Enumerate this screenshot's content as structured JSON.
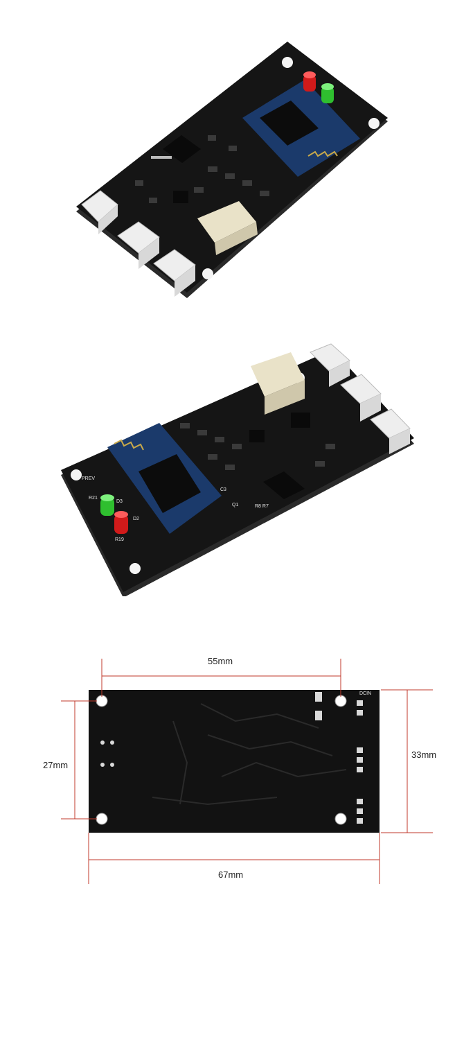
{
  "photos": {
    "top_alt": "Bluetooth audio receiver board, angled view from connector side",
    "mid_alt": "Bluetooth audio receiver board, angled view from LED side"
  },
  "silkscreen": {
    "prev": "PREV",
    "r21": "R21",
    "d3": "D3",
    "d2": "D2",
    "r19": "R19",
    "dcin": "DCIN",
    "q1": "Q1",
    "r8r7": "R8 R7",
    "c3": "C3"
  },
  "dimensions": {
    "hole_spacing_width": "55mm",
    "board_height": "33mm",
    "hole_spacing_height": "27mm",
    "board_width": "67mm",
    "dcin": "DCIN"
  },
  "colors": {
    "pcb": "#151515",
    "pcb_edge": "#2a2a2a",
    "connector": "#eeeeee",
    "relay": "#e9e2c8",
    "led_red": "#d11a1a",
    "led_green": "#2fbf2f",
    "bt_module": "#1b3a6b",
    "dim_line": "#c0392b"
  }
}
